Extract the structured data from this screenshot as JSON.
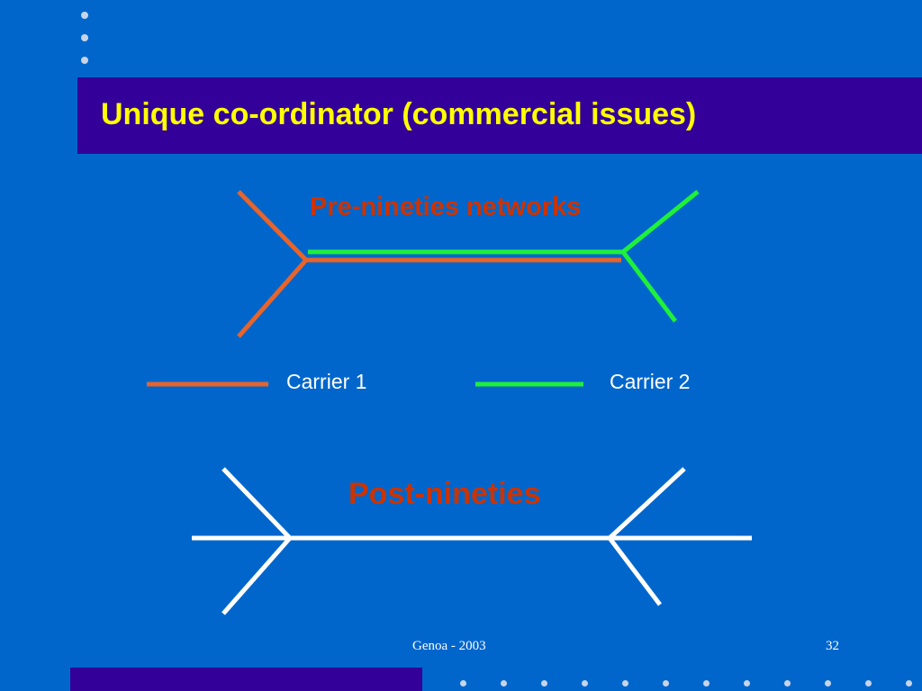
{
  "slide": {
    "title": "Unique co-ordinator (commercial issues)",
    "footer_text": "Genoa - 2003",
    "page_number": "32"
  },
  "diagram": {
    "top_label": "Pre-nineties networks",
    "bottom_label": "Post-nineties",
    "legend": [
      {
        "label": "Carrier 1",
        "color": "#e8642a"
      },
      {
        "label": "Carrier 2",
        "color": "#1ff03a"
      }
    ],
    "post_line_color": "#ffffff"
  },
  "theme": {
    "background": "#0066cc",
    "title_bar": "#330099",
    "title_color": "#ffff00",
    "accent_label": "#cc3300"
  }
}
